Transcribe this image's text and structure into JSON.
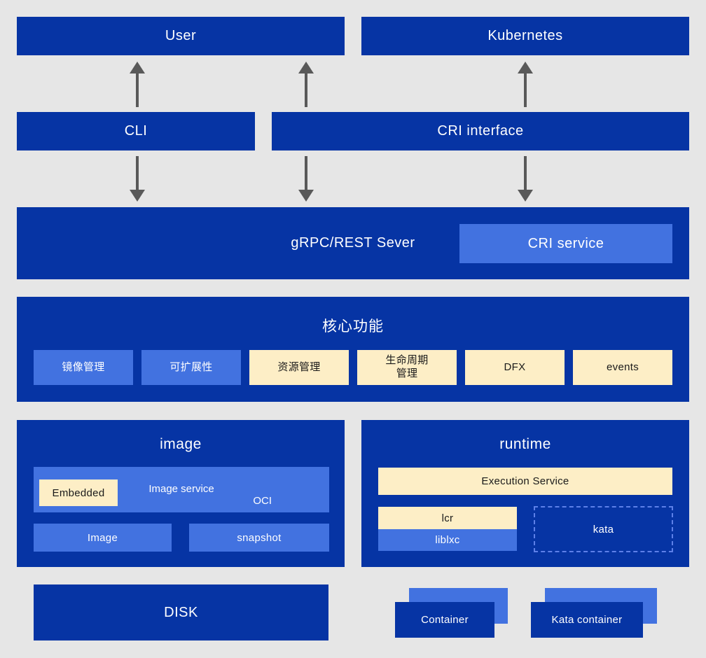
{
  "colors": {
    "background": "#e6e6e6",
    "dark_blue": "#0634a4",
    "light_blue": "#4272e0",
    "cream": "#fdeec6",
    "arrow_gray": "#595959",
    "kata_dash_blue": "#5d80e8"
  },
  "layer_top": {
    "user": "User",
    "kubernetes": "Kubernetes"
  },
  "layer_interface": {
    "cli": "CLI",
    "cri_interface": "CRI interface"
  },
  "layer_server": {
    "title": "gRPC/REST Sever",
    "cri_service": "CRI service"
  },
  "core_functions": {
    "title": "核心功能",
    "items": [
      {
        "label": "镜像管理",
        "variant": "light-blue"
      },
      {
        "label": "可扩展性",
        "variant": "light-blue"
      },
      {
        "label": "资源管理",
        "variant": "cream"
      },
      {
        "label": "生命周期",
        "label_line2": "管理",
        "variant": "cream"
      },
      {
        "label": "DFX",
        "variant": "cream"
      },
      {
        "label": "events",
        "variant": "cream"
      }
    ]
  },
  "image_module": {
    "title": "image",
    "image_service": "Image service",
    "oci": "OCI",
    "embedded": "Embedded",
    "image": "Image",
    "snapshot": "snapshot"
  },
  "runtime_module": {
    "title": "runtime",
    "execution_service": "Execution Service",
    "lcr": "lcr",
    "liblxc": "liblxc",
    "kata": "kata"
  },
  "bottom_layer": {
    "disk": "DISK",
    "container": "Container",
    "kata_container": "Kata container"
  }
}
